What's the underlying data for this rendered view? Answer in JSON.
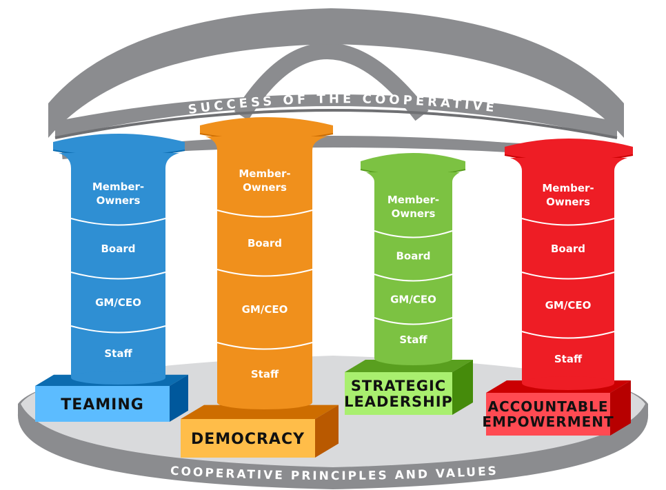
{
  "top_banner": "SUCCESS OF THE COOPERATIVE",
  "bottom_banner": "COOPERATIVE PRINCIPLES AND VALUES",
  "colors": {
    "ring": "#8b8c8f",
    "floor": "#d9dadc",
    "blue": "#2f8fd3",
    "orange": "#f0901c",
    "green": "#7cc242",
    "red": "#ee1d25"
  },
  "pillars": [
    {
      "id": "teaming",
      "base_lines": [
        "TEAMING"
      ],
      "segments": [
        [
          "Member-",
          "Owners"
        ],
        [
          "Board"
        ],
        [
          "GM/CEO"
        ],
        [
          "Staff"
        ]
      ]
    },
    {
      "id": "democracy",
      "base_lines": [
        "DEMOCRACY"
      ],
      "segments": [
        [
          "Member-",
          "Owners"
        ],
        [
          "Board"
        ],
        [
          "GM/CEO"
        ],
        [
          "Staff"
        ]
      ]
    },
    {
      "id": "strategic-leadership",
      "base_lines": [
        "STRATEGIC",
        "LEADERSHIP"
      ],
      "segments": [
        [
          "Member-",
          "Owners"
        ],
        [
          "Board"
        ],
        [
          "GM/CEO"
        ],
        [
          "Staff"
        ]
      ]
    },
    {
      "id": "accountable-empowerment",
      "base_lines": [
        "ACCOUNTABLE",
        "EMPOWERMENT"
      ],
      "segments": [
        [
          "Member-",
          "Owners"
        ],
        [
          "Board"
        ],
        [
          "GM/CEO"
        ],
        [
          "Staff"
        ]
      ]
    }
  ]
}
